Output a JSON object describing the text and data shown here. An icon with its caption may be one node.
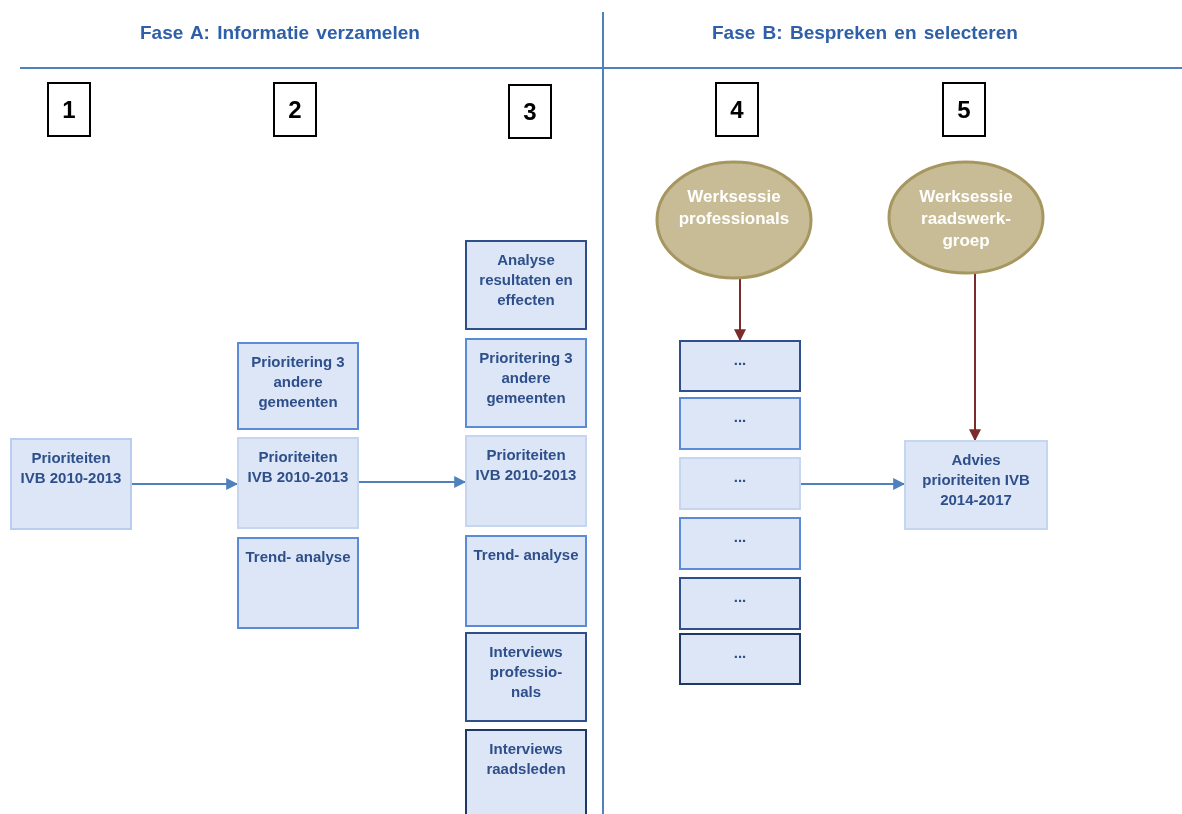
{
  "diagram": {
    "nodes": [
      {
        "text": [
          "1"
        ]
      },
      {
        "text": [
          "2"
        ]
      },
      {
        "text": [
          "3"
        ]
      },
      {
        "text": [
          "4"
        ]
      },
      {
        "text": [
          "5"
        ]
      },
      {
        "text": [
          "Werksessie professionals"
        ]
      },
      {
        "text": [
          "Werksessie raadswerk- groep"
        ]
      },
      {
        "text": [
          "Prioriteiten IVB 2010-2013"
        ]
      },
      {
        "text": [
          "Prioritering 3 andere gemeenten"
        ]
      },
      {
        "text": [
          "Prioriteiten IVB 2010-2013"
        ]
      },
      {
        "text": [
          "Trend- analyse"
        ]
      },
      {
        "text": [
          "Analyse resultaten en effecten"
        ]
      },
      {
        "text": [
          "Prioritering 3 andere gemeenten"
        ]
      },
      {
        "text": [
          "Prioriteiten IVB 2010-2013"
        ]
      },
      {
        "text": [
          "Trend- analyse"
        ]
      },
      {
        "text": [
          "Interviews professio- nals"
        ]
      },
      {
        "text": [
          "Interviews raadsleden"
        ]
      },
      {
        "text": [
          "..."
        ]
      },
      {
        "text": [
          "..."
        ]
      },
      {
        "text": [
          "..."
        ]
      },
      {
        "text": [
          "..."
        ]
      },
      {
        "text": [
          "..."
        ]
      },
      {
        "text": [
          "..."
        ]
      },
      {
        "text": [
          "Advies prioriteiten IVB 2014-2017"
        ]
      }
    ],
    "edges": [
      {
        "from": 7,
        "to": 9,
        "arrow": "to"
      },
      {
        "from": 9,
        "to": 13,
        "arrow": "to"
      },
      {
        "from": 5,
        "to": 17,
        "arrow": "to",
        "color": "#7b2b2b"
      },
      {
        "from": 19,
        "to": 23,
        "arrow": "to"
      },
      {
        "from": 6,
        "to": 23,
        "arrow": "to",
        "color": "#7b2b2b"
      }
    ],
    "labels": [
      "Fase A: Informatie verzamelen",
      "Fase B: Bespreken en selecteren"
    ]
  }
}
